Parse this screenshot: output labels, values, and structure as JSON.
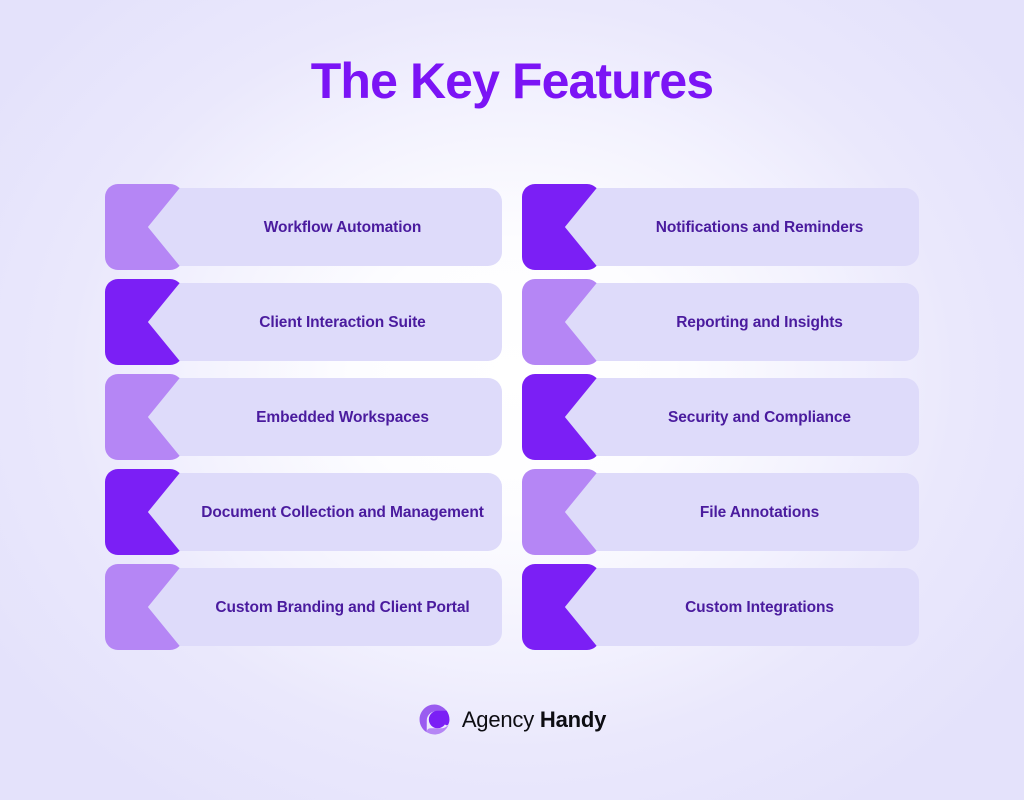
{
  "page": {
    "title": "The Key Features",
    "background_color": "#e4e2fb",
    "title_color": "#7b14f5"
  },
  "theme": {
    "card_background": "#dedbfa",
    "ribbon_light": "#b586f5",
    "ribbon_dark": "#7b1ff5",
    "label_color": "#4a1b9e",
    "brand_text_color": "#0d0d12"
  },
  "features": {
    "left_column": [
      {
        "label": "Workflow Automation",
        "ribbon": "light"
      },
      {
        "label": "Client Interaction Suite",
        "ribbon": "dark"
      },
      {
        "label": "Embedded Workspaces",
        "ribbon": "light"
      },
      {
        "label": "Document Collection and Management",
        "ribbon": "dark"
      },
      {
        "label": "Custom Branding and Client Portal",
        "ribbon": "light"
      }
    ],
    "right_column": [
      {
        "label": "Notifications and Reminders",
        "ribbon": "dark"
      },
      {
        "label": "Reporting and Insights",
        "ribbon": "light"
      },
      {
        "label": "Security and Compliance",
        "ribbon": "dark"
      },
      {
        "label": "File Annotations",
        "ribbon": "light"
      },
      {
        "label": "Custom Integrations",
        "ribbon": "dark"
      }
    ]
  },
  "brand": {
    "logo_icon": "agency-handy-logo-icon",
    "name_regular": "Agency",
    "name_bold": "Handy"
  }
}
